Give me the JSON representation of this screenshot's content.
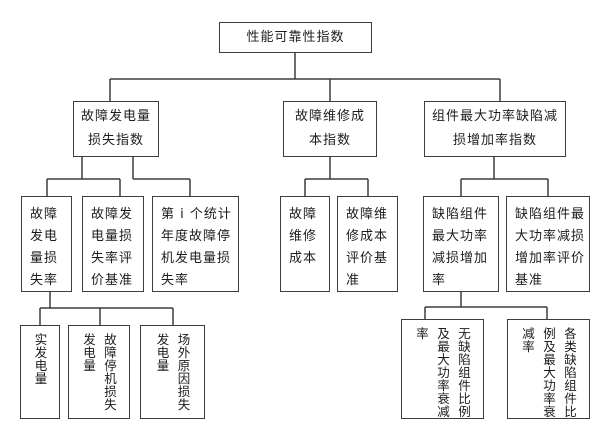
{
  "colors": {
    "line": "#3d3d3d",
    "background": "#ffffff",
    "text": "#1c1c1c"
  },
  "tree": {
    "root": {
      "label": "性能可靠性指数"
    },
    "branches": [
      {
        "label": "故障发电量\n损失指数",
        "children": [
          {
            "label": "故障\n发电\n量损\n失率",
            "children": [
              {
                "label": "实发电量"
              },
              {
                "label": "故障停机损失\n发电量"
              },
              {
                "label": "场外原因损失\n发电量"
              }
            ]
          },
          {
            "label": "故障发\n电量损\n失率评\n价基准"
          },
          {
            "label": "第 i 个统计\n年度故障停\n机发电量损\n失率"
          }
        ]
      },
      {
        "label": "故障维修成\n本指数",
        "children": [
          {
            "label": "故障\n维修\n成本"
          },
          {
            "label": "故障维\n修成本\n评价基\n准"
          }
        ]
      },
      {
        "label": "组件最大功率缺陷减\n损增加率指数",
        "children": [
          {
            "label": "缺陷组件\n最大功率\n减损增加\n率",
            "children": [
              {
                "label": "无缺陷组件比例\n及最大功率衰减\n率"
              },
              {
                "label": "各类缺陷组件比\n例及最大功率衰\n减率"
              }
            ]
          },
          {
            "label": "缺陷组件最\n大功率减损\n增加率评价\n基准"
          }
        ]
      }
    ]
  }
}
